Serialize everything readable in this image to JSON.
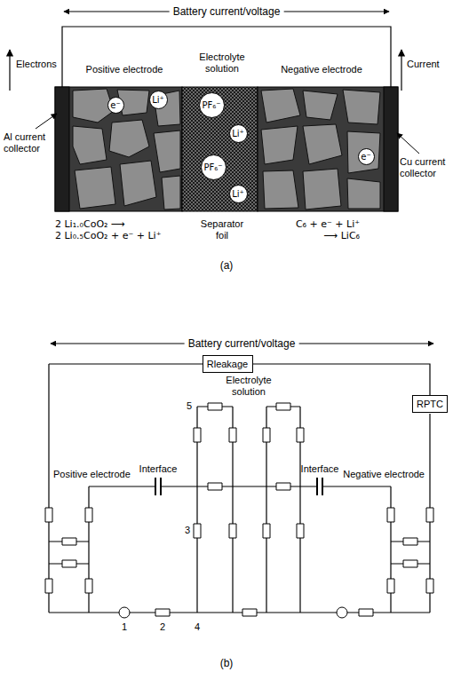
{
  "diagram": {
    "nodes": [
      {
        "text": [
          "e⁻"
        ]
      },
      {
        "text": [
          "Li⁺"
        ]
      },
      {
        "text": [
          "PF₆⁻"
        ]
      },
      {
        "text": [
          "Li⁺"
        ]
      },
      {
        "text": [
          "PF₆⁻"
        ]
      },
      {
        "text": [
          "Li⁺"
        ]
      },
      {
        "text": [
          "e⁻"
        ]
      },
      {
        "text": [
          "Rleakage"
        ]
      },
      {
        "text": [
          "RPTC"
        ]
      }
    ],
    "edges": [
      {
        "from": 7,
        "to": 8,
        "arrow": "none"
      }
    ],
    "labels": [
      "Battery current/voltage",
      "Electrons",
      "Current",
      "Positive electrode",
      "Electrolyte solution",
      "Negative electrode",
      "Al current collector",
      "Cu current collector",
      "2 Li₁.₀CoO₂ ⟶ 2 Li₀.₅CoO₂ + e⁻ + Li⁺",
      "Separator foil",
      "C₆ + e⁻ + Li⁺ ⟶ LiC₆",
      "(a)",
      "Battery current/voltage",
      "Electrolyte solution",
      "5",
      "Positive electrode",
      "Interface",
      "Interface",
      "Negative electrode",
      "3",
      "1",
      "2",
      "4",
      "(b)"
    ]
  }
}
